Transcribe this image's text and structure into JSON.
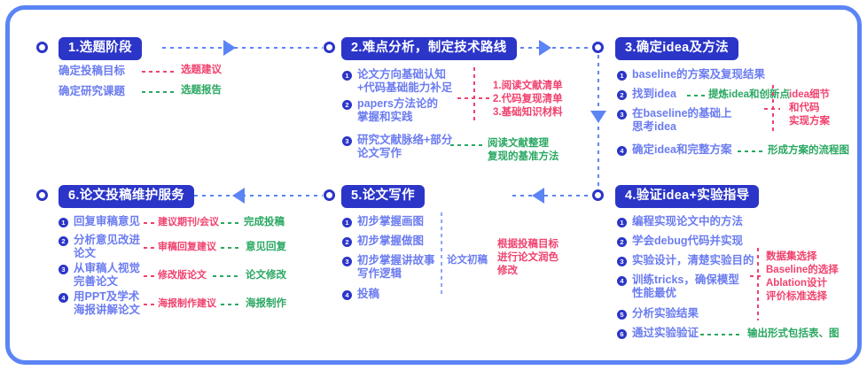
{
  "theme": {
    "badge_bg": "#2b35c8",
    "frame_border": "#5b84f5",
    "item_text": "#6b7cf0",
    "red": "#f0426e",
    "green": "#2aa862",
    "background": "#ffffff"
  },
  "stages": {
    "s1": {
      "title": "1.选题阶段",
      "items": [],
      "rows": [
        {
          "label": "确定投稿目标",
          "out": "选题建议",
          "out_color": "red"
        },
        {
          "label": "确定研究课题",
          "out": "选题报告",
          "out_color": "green"
        }
      ]
    },
    "s2": {
      "title": "2.难点分析，制定技术路线",
      "items": [
        {
          "n": "1",
          "text": "论文方向基础认知\n+代码基础能力补足"
        },
        {
          "n": "2",
          "text": "papers方法论的\n掌握和实践"
        },
        {
          "n": "3",
          "text": "研究文献脉络+部分\n论文写作"
        }
      ],
      "note_red": "1.阅读文献清单\n2.代码复现清单\n3.基础知识材料",
      "note_green": "阅读文献整理\n复现的基准方法"
    },
    "s3": {
      "title": "3.确定idea及方法",
      "items": [
        {
          "n": "1",
          "text": "baseline的方案及复现结果"
        },
        {
          "n": "2",
          "text": "找到idea"
        },
        {
          "n": "3",
          "text": "在baseline的基础上\n思考idea"
        },
        {
          "n": "4",
          "text": "确定idea和完整方案"
        }
      ],
      "inline_green_2": "提炼idea和创新点",
      "note_red": "idea细节\n和代码\n实现方案",
      "inline_green_4": "形成方案的流程图"
    },
    "s4": {
      "title": "4.验证idea+实验指导",
      "items": [
        {
          "n": "1",
          "text": "编程实现论文中的方法"
        },
        {
          "n": "2",
          "text": "学会debug代码并实现"
        },
        {
          "n": "3",
          "text": "实验设计，清楚实验目的"
        },
        {
          "n": "4",
          "text": "训练tricks，确保模型\n性能最优"
        },
        {
          "n": "5",
          "text": "分析实验结果"
        },
        {
          "n": "6",
          "text": "通过实验验证"
        }
      ],
      "note_red": "数据集选择\nBaseline的选择\nAblation设计\n评价标准选择",
      "inline_green_6": "输出形式包括表、图"
    },
    "s5": {
      "title": "5.论文写作",
      "items": [
        {
          "n": "1",
          "text": "初步掌握画图"
        },
        {
          "n": "2",
          "text": "初步掌握做图"
        },
        {
          "n": "3",
          "text": "初步掌握讲故事\n写作逻辑"
        },
        {
          "n": "4",
          "text": "投稿"
        }
      ],
      "mid_label": "论文初稿",
      "note_red": "根据投稿目标\n进行论文润色\n修改"
    },
    "s6": {
      "title": "6.论文投稿维护服务",
      "items": [
        {
          "n": "1",
          "text": "回复审稿意见"
        },
        {
          "n": "2",
          "text": "分析意见改进\n论文"
        },
        {
          "n": "3",
          "text": "从审稿人视觉\n完善论文"
        },
        {
          "n": "4",
          "text": "用PPT及学术\n海报讲解论文"
        }
      ],
      "mids": [
        "建议期刊/会议",
        "审稿回复建议",
        "修改版论文",
        "海报制作建议"
      ],
      "outs": [
        "完成投稿",
        "意见回复",
        "论文修改",
        "海报制作"
      ]
    }
  }
}
